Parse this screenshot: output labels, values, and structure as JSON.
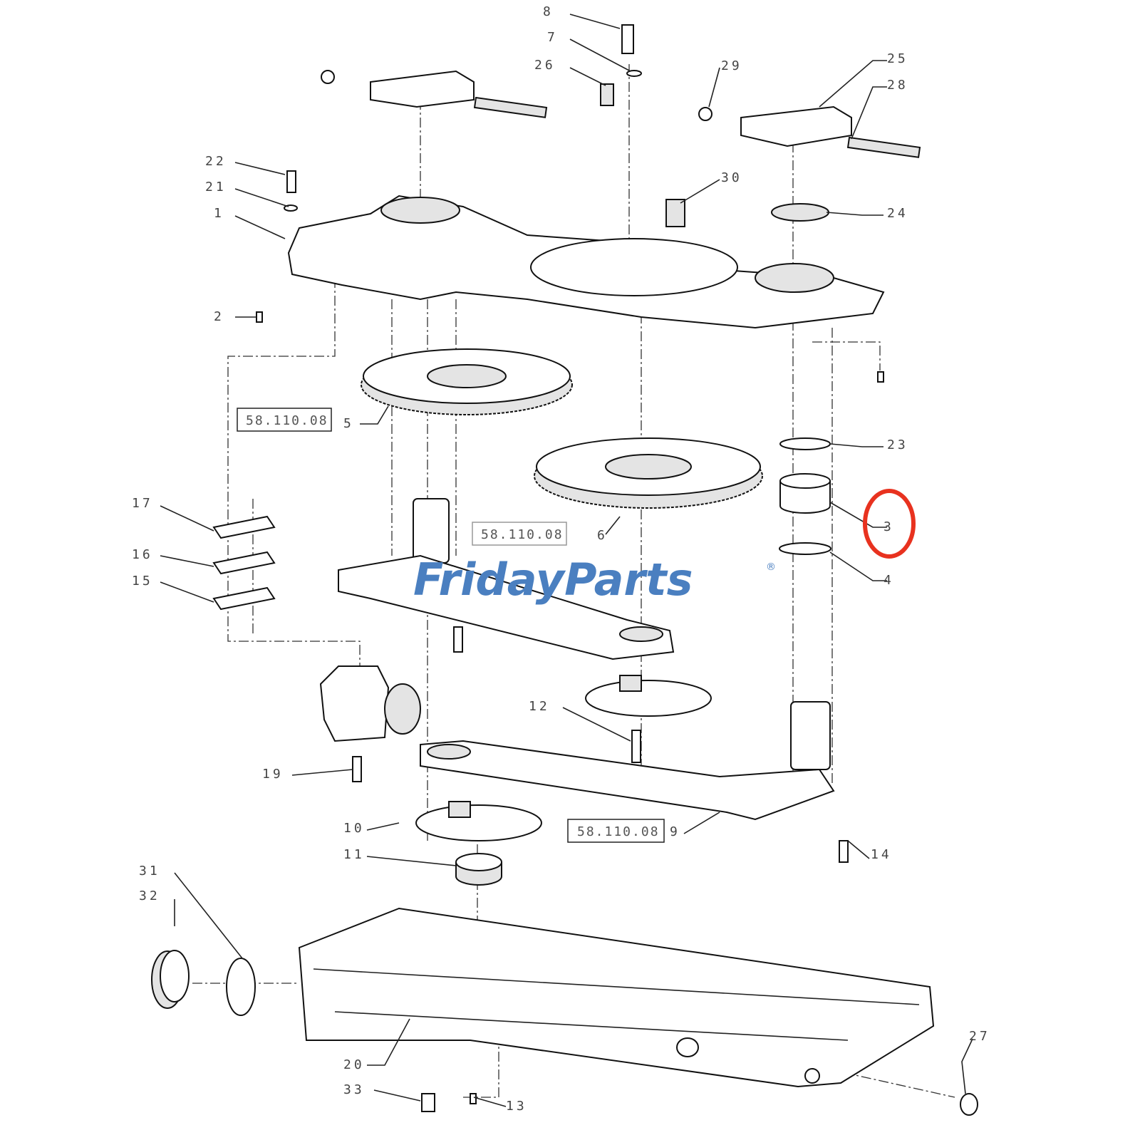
{
  "diagram": {
    "callouts": [
      "1",
      "2",
      "3",
      "4",
      "5",
      "6",
      "7",
      "8",
      "9",
      "10",
      "11",
      "12",
      "13",
      "14",
      "15",
      "16",
      "17",
      "19",
      "20",
      "21",
      "22",
      "23",
      "24",
      "25",
      "26",
      "27",
      "28",
      "29",
      "30",
      "31",
      "32",
      "33"
    ],
    "reference_boxes": [
      "58.110.08",
      "58.110.08",
      "58.110.08"
    ],
    "highlighted_callout": "3",
    "highlight_color": "#e8321f",
    "watermark": {
      "text_a": "Friday",
      "text_b": "Parts",
      "mark": "®",
      "color_a": "#4a7fc0",
      "color_b": "#f0a020"
    }
  }
}
